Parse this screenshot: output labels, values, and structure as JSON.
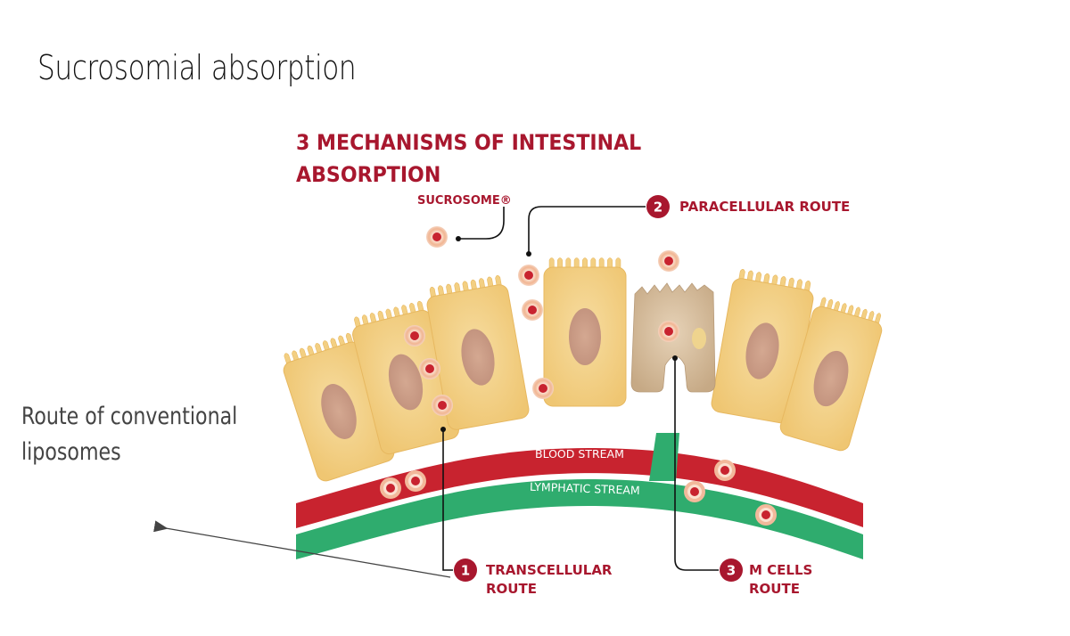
{
  "slide": {
    "title": "Sucrosomial absorption",
    "side_note_lines": [
      "Route of conventional",
      "liposomes"
    ]
  },
  "diagram": {
    "title_lines": [
      "3 MECHANISMS OF INTESTINAL",
      "ABSORPTION"
    ],
    "sucrosome_label": "SUCROSOME®",
    "routes": [
      {
        "number": "1",
        "label_lines": [
          "TRANSCELLULAR",
          "ROUTE"
        ]
      },
      {
        "number": "2",
        "label_lines": [
          "PARACELLULAR ROUTE"
        ]
      },
      {
        "number": "3",
        "label_lines": [
          "M CELLS",
          "ROUTE"
        ]
      }
    ],
    "streams": {
      "blood": "BLOOD STREAM",
      "lymphatic": "LYMPHATIC STREAM"
    },
    "colors": {
      "brand_red": "#a8172e",
      "blood_red": "#c8232f",
      "lymph_green": "#2fac6e",
      "cell_yellow": "#f3cf82",
      "m_cell_tan": "#cdb08f",
      "nucleus": "#c99b84",
      "particle_halo": "#f2b99b"
    }
  }
}
